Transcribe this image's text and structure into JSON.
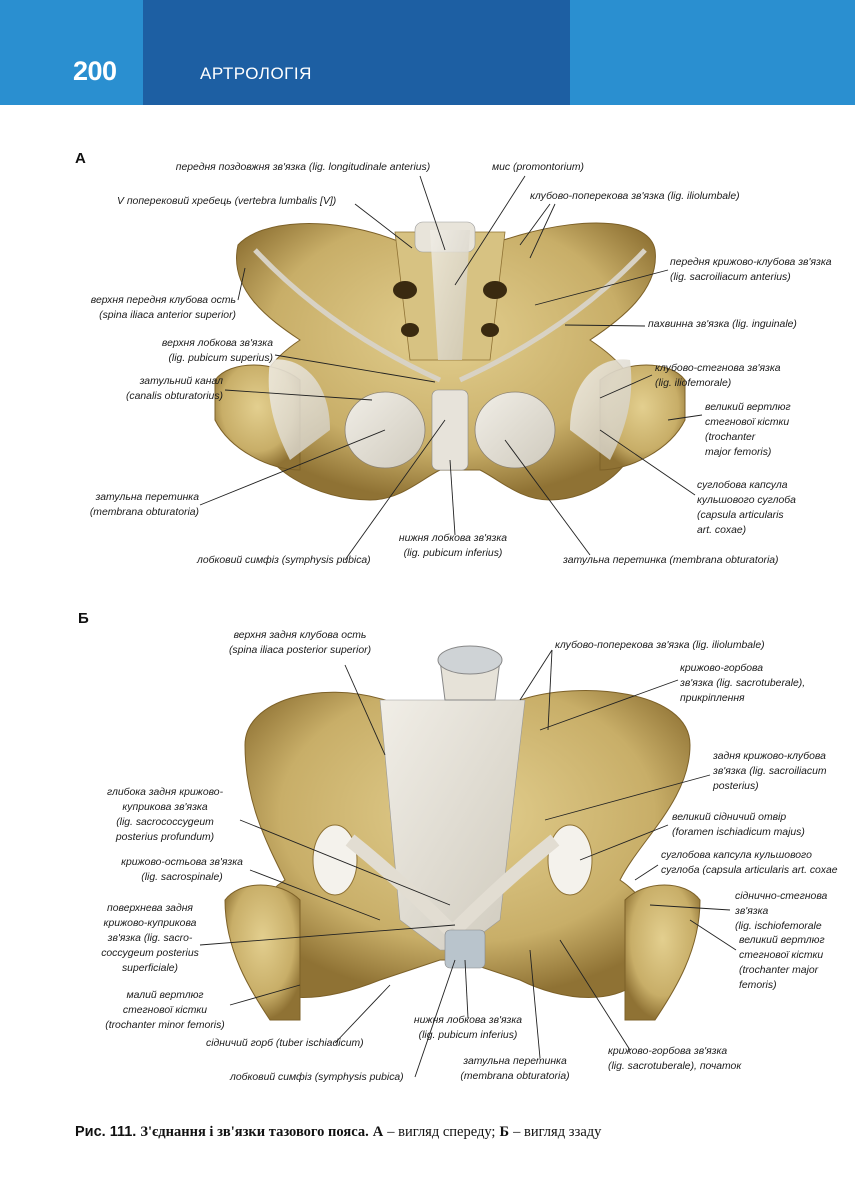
{
  "header": {
    "page_number": "200",
    "section_title": "АРТРОЛОГІЯ",
    "colors": {
      "light": "#2a8fd0",
      "dark": "#1d5fa3"
    }
  },
  "figA": {
    "letter": "А",
    "labels": [
      {
        "lines": [
          "передня поздовжня зв'язка (lig. longitudinale anterius)"
        ]
      },
      {
        "lines": [
          "мис (promontorium)"
        ]
      },
      {
        "lines": [
          "V поперековий хребець (vertebra lumbalis [V])"
        ]
      },
      {
        "lines": [
          "клубово-поперекова зв'язка (lig. iliolumbale)"
        ]
      },
      {
        "lines": [
          "передня крижово-клубова зв'язка",
          "(lig. sacroiliacum anterius)"
        ]
      },
      {
        "lines": [
          "верхня передня клубова ость",
          "(spina iliaca anterior superior)"
        ]
      },
      {
        "lines": [
          "пахвинна зв'язка (lig. inguinale)"
        ]
      },
      {
        "lines": [
          "верхня лобкова зв'язка",
          "(lig. pubicum superius)"
        ]
      },
      {
        "lines": [
          "клубово-стегнова зв'язка",
          "(lig. iliofemorale)"
        ]
      },
      {
        "lines": [
          "затульний канал",
          "(canalis obturatorius)"
        ]
      },
      {
        "lines": [
          "великий вертлюг",
          "стегнової кістки",
          "(trochanter",
          "major femoris)"
        ]
      },
      {
        "lines": [
          "затульна перетинка",
          "(membrana obturatoria)"
        ]
      },
      {
        "lines": [
          "суглобова капсула",
          "кульшового суглоба",
          "(capsula articularis",
          "art. coxae)"
        ]
      },
      {
        "lines": [
          "нижня лобкова зв'язка",
          "(lig. pubicum inferius)"
        ]
      },
      {
        "lines": [
          "лобковий симфіз (symphysis pubica)"
        ]
      },
      {
        "lines": [
          "затульна перетинка (membrana obturatoria)"
        ]
      }
    ]
  },
  "figB": {
    "letter": "Б",
    "labels": [
      {
        "lines": [
          "верхня задня клубова ость",
          "(spina iliaca posterior superior)"
        ]
      },
      {
        "lines": [
          "клубово-поперекова зв'язка (lig. iliolumbale)"
        ]
      },
      {
        "lines": [
          "крижово-горбова",
          "зв'язка (lig. sacrotuberale),",
          "прикріплення"
        ]
      },
      {
        "lines": [
          "задня крижово-клубова",
          "зв'язка (lig. sacroiliacum",
          "posterius)"
        ]
      },
      {
        "lines": [
          "глибока задня крижово-",
          "куприкова зв'язка",
          "(lig. sacrococcygeum",
          "posterius profundum)"
        ]
      },
      {
        "lines": [
          "великий сідничий отвір",
          "(foramen ischiadicum majus)"
        ]
      },
      {
        "lines": [
          "суглобова капсула кульшового",
          "суглоба (capsula articularis art. coxae"
        ]
      },
      {
        "lines": [
          "крижово-остьова зв'язка",
          "(lig. sacrospinale)"
        ]
      },
      {
        "lines": [
          "сіднично-стегнова",
          "зв'язка",
          "(lig. ischiofemorale"
        ]
      },
      {
        "lines": [
          "поверхнева задня",
          "крижово-куприкова",
          "зв'язка (lig. sacro-",
          "coccygeum posterius",
          "superficiale)"
        ]
      },
      {
        "lines": [
          "великий вертлюг",
          "стегнової кістки",
          "(trochanter major",
          "femoris)"
        ]
      },
      {
        "lines": [
          "малий вертлюг",
          "стегнової кістки",
          "(trochanter minor femoris)"
        ]
      },
      {
        "lines": [
          "нижня лобкова зв'язка",
          "(lig. pubicum inferius)"
        ]
      },
      {
        "lines": [
          "сідничий горб (tuber ischiadicum)"
        ]
      },
      {
        "lines": [
          "затульна перетинка",
          "(membrana obturatoria)"
        ]
      },
      {
        "lines": [
          "крижово-горбова зв'язка",
          "(lig. sacrotuberale), початок"
        ]
      },
      {
        "lines": [
          "лобковий симфіз (symphysis pubica)"
        ]
      }
    ]
  },
  "caption": {
    "fig_number": "Рис. 111.",
    "title": "З'єднання і зв'язки тазового пояса.",
    "a_letter": "А",
    "a_text": "– вигляд спереду;",
    "b_letter": "Б",
    "b_text": "– вигляд ззаду"
  },
  "colors": {
    "bone": "#c8ae68",
    "bone_dark": "#9c7f3c",
    "ligament": "#e6e2d8"
  }
}
